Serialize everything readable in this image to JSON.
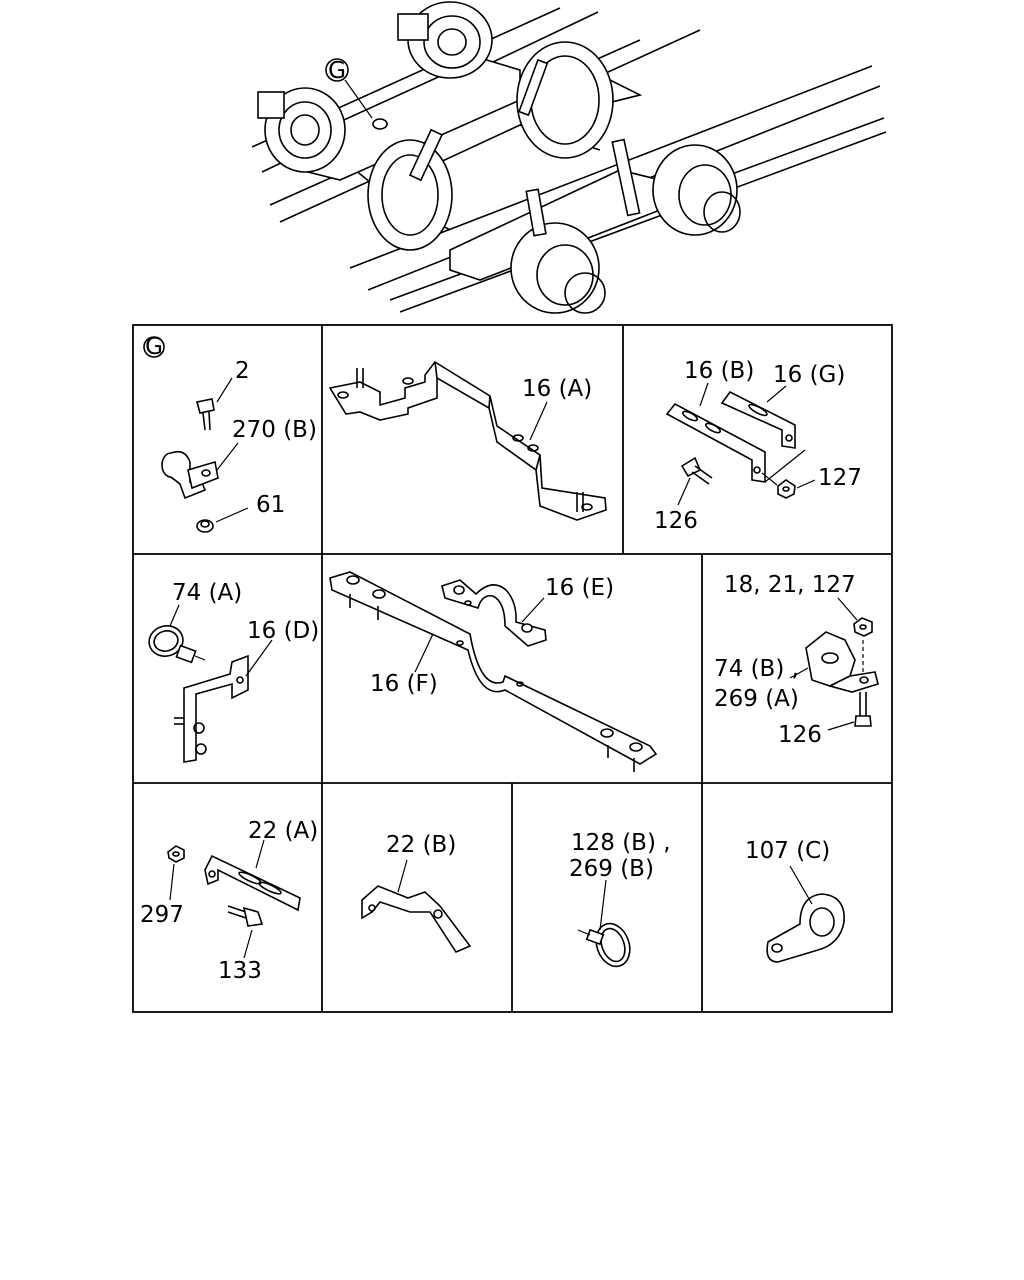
{
  "overview": {
    "callout": "G"
  },
  "cells": {
    "g": {
      "ref": "G",
      "labels": [
        "2",
        "270 (B)",
        "61"
      ]
    },
    "a": {
      "labels": [
        "16 (A)"
      ]
    },
    "bg": {
      "labels": [
        "16 (B)",
        "16 (G)",
        "127",
        "126"
      ]
    },
    "d": {
      "labels": [
        "74 (A)",
        "16 (D)"
      ]
    },
    "ef": {
      "labels": [
        "16 (E)",
        "16 (F)"
      ]
    },
    "mount": {
      "labels": [
        "18, 21, 127",
        "74 (B) ,",
        "269 (A)",
        "126"
      ]
    },
    "c22a": {
      "labels": [
        "22 (A)",
        "297",
        "133"
      ]
    },
    "c22b": {
      "labels": [
        "22 (B)"
      ]
    },
    "c128": {
      "labels": [
        "128 (B) ,",
        "269 (B)"
      ]
    },
    "c107": {
      "labels": [
        "107 (C)"
      ]
    }
  }
}
